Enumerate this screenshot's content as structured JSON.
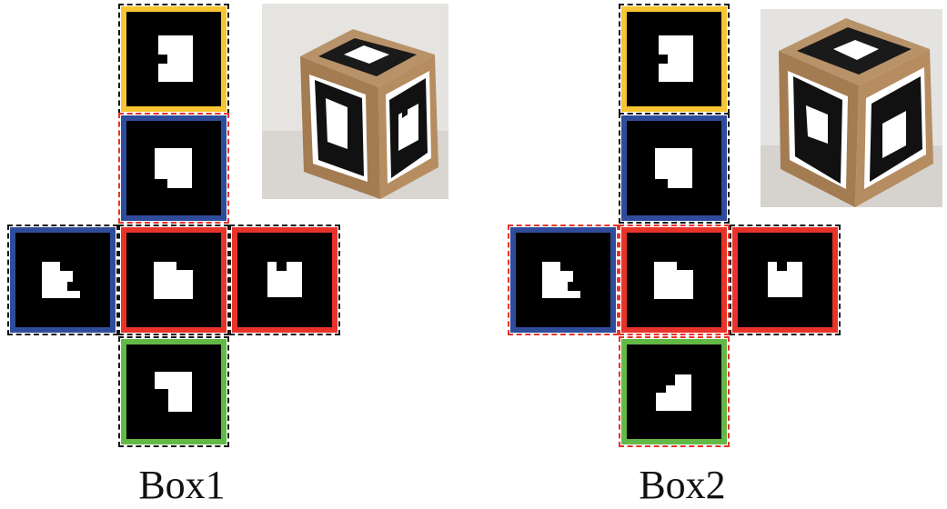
{
  "boxes": [
    {
      "label": "Box1"
    },
    {
      "label": "Box2"
    }
  ],
  "colors": {
    "yellow": "#f7c531",
    "blue": "#2f4c9c",
    "red": "#e8332a",
    "green": "#62b946",
    "marker_black": "#000000",
    "marker_white": "#ffffff",
    "cardboard": "#b8936a",
    "wall": "#e6e4e1"
  },
  "legend_glyphs": [
    "tab-marker",
    "corner-notch-marker",
    "notch-marker",
    "crenellated-marker",
    "step-marker"
  ]
}
